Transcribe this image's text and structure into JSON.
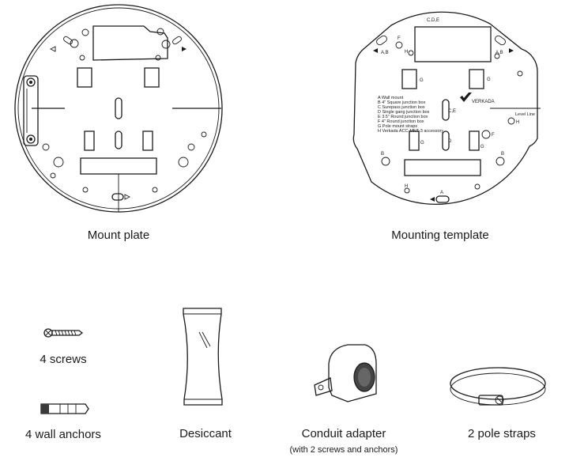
{
  "items": {
    "mount_plate": "Mount plate",
    "mounting_template": "Mounting template",
    "screws": "4 screws",
    "wall_anchors": "4 wall anchors",
    "desiccant": "Desiccant",
    "conduit_adapter": "Conduit adapter",
    "conduit_adapter_note": "(with 2 screws and anchors)",
    "pole_straps": "2 pole straps"
  },
  "template": {
    "brand": "VERKADA",
    "level_line": "Level Line",
    "markers": {
      "cde": "C,D,E",
      "ab_left": "A,B",
      "ab_right": "A,B",
      "f_top": "F",
      "h_top": "H",
      "g1": "G",
      "g2": "G",
      "ce": "C,E",
      "d": "D",
      "g3": "G",
      "g4": "G",
      "f_right": "F",
      "h_right": "H",
      "b_left": "B",
      "b_right": "B",
      "h_bottom": "H",
      "a_bottom": "A"
    },
    "legend": [
      "A  Wall mount",
      "B  4\" Square junction box",
      "C  Surepass junction box",
      "D  Single gang junction box",
      "E  3.5\" Round junction box",
      "F  4\" Round junction box",
      "G  Pole mount straps",
      "H  Verkada ACC-MNT-3 accessory"
    ]
  }
}
